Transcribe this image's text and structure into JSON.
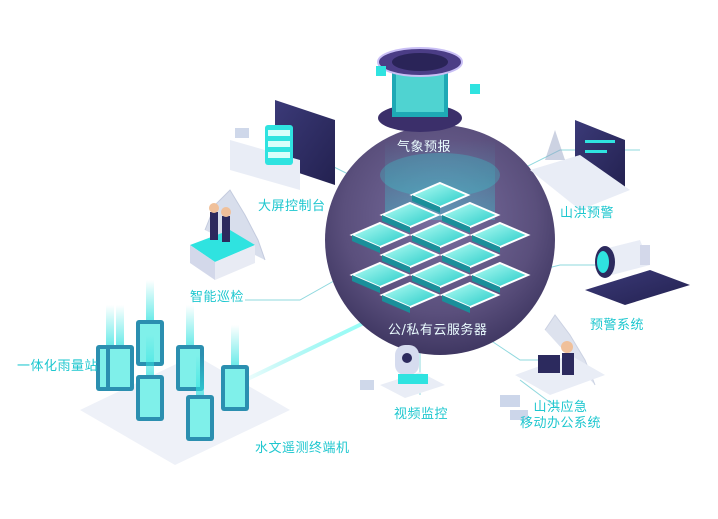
{
  "nodes": {
    "weather_forecast": "气象预报",
    "big_screen_console": "大屏控制台",
    "flood_warning": "山洪预警",
    "smart_patrol": "智能巡检",
    "warning_system": "预警系统",
    "cloud_server": "公/私有云服务器",
    "rain_station": "一体化雨量站",
    "video_monitoring": "视频监控",
    "mobile_office_line1": "山洪应急",
    "mobile_office_line2": "移动办公系统",
    "hydro_terminal": "水文遥测终端机"
  },
  "colors": {
    "label": "#1ec7cf",
    "sphere": "#5a4f7c",
    "glow": "#2fe3e0",
    "lines": "#8fd8de",
    "device_dark": "#2c2a5e"
  }
}
